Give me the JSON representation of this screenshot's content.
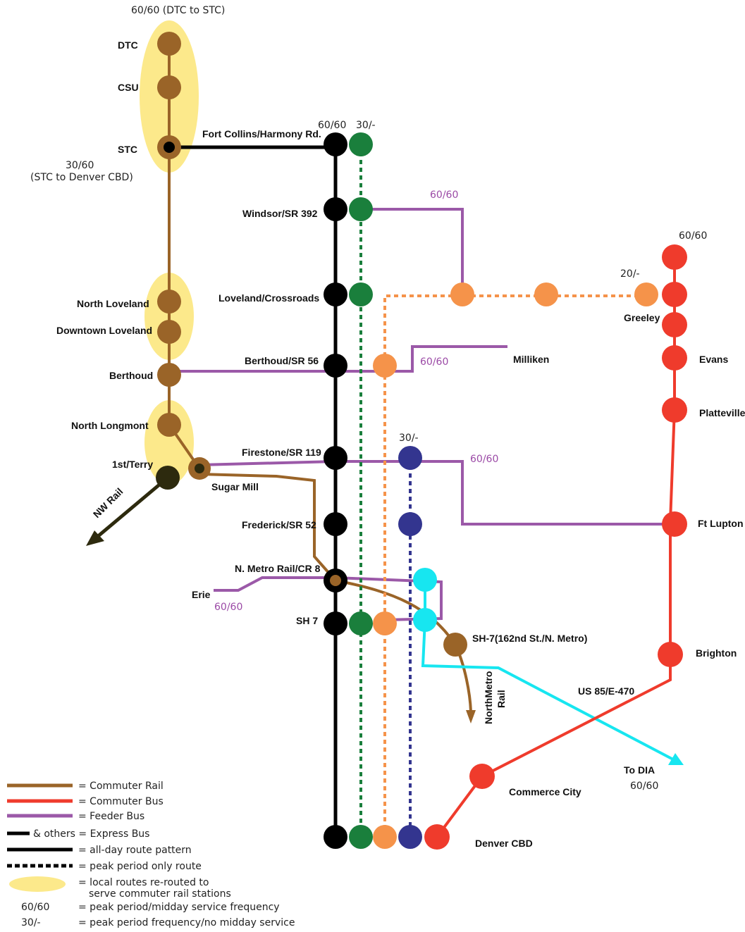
{
  "frequencies": {
    "dtc_stc": "60/60 (DTC to STC)",
    "stc_cbd_line1": "30/60",
    "stc_cbd_line2": "(STC to Denver CBD)",
    "express_black": "60/60",
    "express_green": "30/-",
    "windsor_feeder": "60/60",
    "greeley_orange": "20/-",
    "red_bus": "60/60",
    "berthoud_feeder": "60/60",
    "navy_bus": "30/-",
    "firestone_feeder": "60/60",
    "erie_feeder": "60/60",
    "dia": "60/60"
  },
  "stations": {
    "dtc": "DTC",
    "csu": "CSU",
    "stc": "STC",
    "fort_collins": "Fort Collins/Harmony Rd.",
    "windsor": "Windsor/SR 392",
    "loveland_crossroads": "Loveland/Crossroads",
    "north_loveland": "North Loveland",
    "downtown_loveland": "Downtown Loveland",
    "berthoud_sr56": "Berthoud/SR 56",
    "berthoud": "Berthoud",
    "milliken": "Milliken",
    "greeley": "Greeley",
    "evans": "Evans",
    "platteville": "Platteville",
    "north_longmont": "North Longmont",
    "firestone": "Firestone/SR 119",
    "first_terry": "1st/Terry",
    "sugar_mill": "Sugar Mill",
    "fort_lupton": "Ft Lupton",
    "frederick": "Frederick/SR 52",
    "n_metro": "N. Metro Rail/CR 8",
    "erie": "Erie",
    "sh7": "SH 7",
    "sh7_162nd": "SH-7(162nd St./N. Metro)",
    "brighton": "Brighton",
    "us85": "US 85/E-470",
    "to_dia": "To DIA",
    "commerce_city": "Commerce City",
    "denver_cbd": "Denver CBD"
  },
  "arrows": {
    "nw_rail": "NW Rail",
    "northmetro_line1": "NorthMetro",
    "northmetro_line2": "Rail"
  },
  "colors": {
    "commuter_rail": "#9a6428",
    "commuter_bus": "#ef3b2c",
    "feeder_bus": "#9b59a8",
    "express_bus": "#000000",
    "green_route": "#1a7f3c",
    "orange_route": "#f5934a",
    "navy_route": "#33358f",
    "cyan_route": "#17e6f0",
    "nw_rail": "#2d2a0e",
    "highlight": "#fce98b"
  },
  "legend": [
    {
      "symbol": "commuter-rail-line",
      "label": "= Commuter Rail"
    },
    {
      "symbol": "commuter-bus-line",
      "label": "= Commuter Bus"
    },
    {
      "symbol": "feeder-bus-line",
      "label": "= Feeder Bus"
    },
    {
      "symbol": "express-bus-line",
      "label": "& others = Express Bus"
    },
    {
      "symbol": "all-day-line",
      "label": "= all-day route pattern"
    },
    {
      "symbol": "peak-dashed-line",
      "label": "= peak period only route"
    },
    {
      "symbol": "yellow-ellipse",
      "label": "= local routes re-routed to",
      "label2": "serve commuter rail stations"
    },
    {
      "symbol": "text-6060",
      "code": "60/60",
      "label": "= peak period/midday service frequency"
    },
    {
      "symbol": "text-30",
      "code": "30/-",
      "label": "= peak period frequency/no midday service"
    }
  ]
}
